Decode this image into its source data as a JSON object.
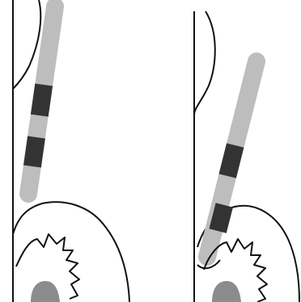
{
  "colors": {
    "background": "#ffffff",
    "outline": "#111111",
    "probe_body": "#bdbdbd",
    "probe_band": "#333333",
    "root_shadow": "#8c8c8c"
  },
  "panels": [
    {
      "id": "left",
      "probe_position": "above-gingival-margin"
    },
    {
      "id": "right",
      "probe_position": "inserted-into-pocket"
    }
  ],
  "icons": {
    "probe": "periodontal-probe-icon",
    "tooth": "tooth-crown-outline",
    "gingiva": "gingival-tissue-outline"
  }
}
